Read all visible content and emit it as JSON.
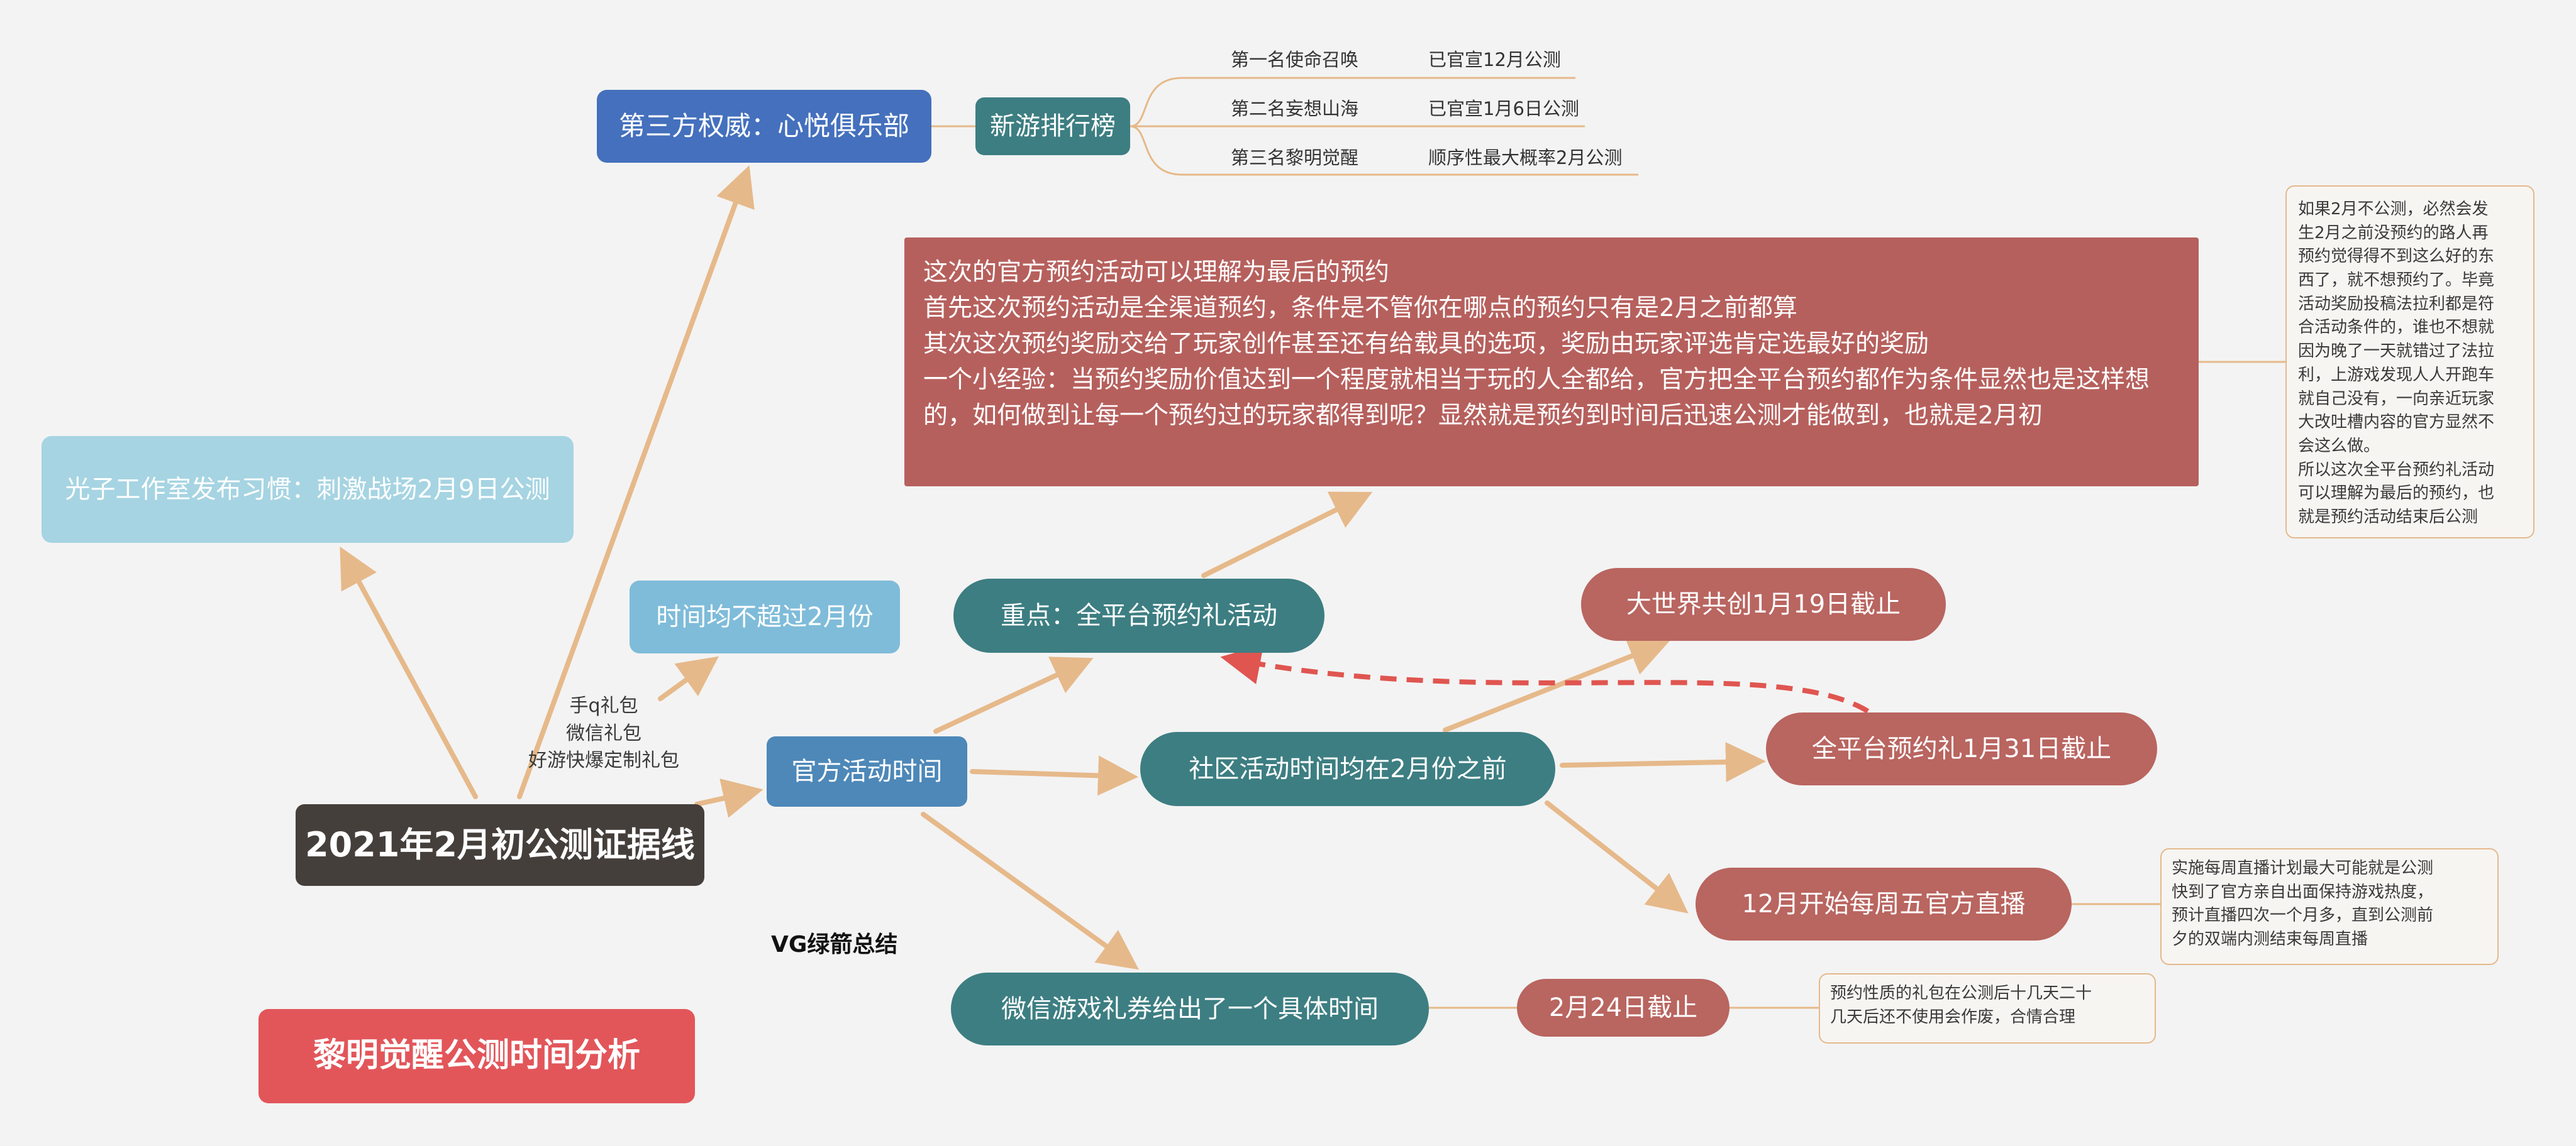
{
  "nodes": {
    "root": "2021年2月初公测证据线",
    "title": "黎明觉醒公测时间分析",
    "guangzi": "光子工作室发布习惯：刺激战场2月9日公测",
    "time_limit": "时间均不超过2月份",
    "third_party": "第三方权威：心悦俱乐部",
    "new_game_rank": "新游排行榜",
    "official_time": "官方活动时间",
    "focus": "重点：全平台预约礼活动",
    "community": "社区活动时间均在2月份之前",
    "wechat": "微信游戏礼券给出了一个具体时间",
    "world_create": "大世界共创1月19日截止",
    "all_platform": "全平台预约礼1月31日截止",
    "weekly_live": "12月开始每周五官方直播",
    "feb24": "2月24日截止"
  },
  "gifts": [
    "手q礼包",
    "微信礼包",
    "好游快爆定制礼包"
  ],
  "ranking": [
    {
      "rank": "第一名使命召唤",
      "status": "已官宣12月公测"
    },
    {
      "rank": "第二名妄想山海",
      "status": "已官宣1月6日公测"
    },
    {
      "rank": "第三名黎明觉醒",
      "status": "顺序性最大概率2月公测"
    }
  ],
  "big_box": [
    "这次的官方预约活动可以理解为最后的预约",
    "首先这次预约活动是全渠道预约，条件是不管你在哪点的预约只有是2月之前都算",
    "其次这次预约奖励交给了玩家创作甚至还有给载具的选项，奖励由玩家评选肯定选最好的奖励",
    "一个小经验：当预约奖励价值达到一个程度就相当于玩的人全都给，官方把全平台预约都作为条件显然也是这样想的，如何做到让每一个预约过的玩家都得到呢？显然就是预约到时间后迅速公测才能做到，也就是2月初"
  ],
  "note_right": [
    "如果2月不公测，必然会发",
    "生2月之前没预约的路人再",
    "预约觉得得不到这么好的东",
    "西了，就不想预约了。毕竟",
    "活动奖励投稿法拉利都是符",
    "合活动条件的，谁也不想就",
    "因为晚了一天就错过了法拉",
    "利，上游戏发现人人开跑车",
    "就自己没有，一向亲近玩家",
    "大改吐槽内容的官方显然不",
    "会这么做。",
    "所以这次全平台预约礼活动",
    "可以理解为最后的预约，也",
    "就是预约活动结束后公测"
  ],
  "note_weekly": [
    "实施每周直播计划最大可能就是公测",
    "快到了官方亲自出面保持游戏热度，",
    "预计直播四次一个月多，直到公测前",
    "夕的双端内测结束每周直播"
  ],
  "note_feb24": [
    "预约性质的礼包在公测后十几天二十",
    "几天后还不使用会作废，合情合理"
  ],
  "summary": "VG绿箭总结",
  "colors": {
    "background": "#f3f3f3",
    "root": "#453f3c",
    "title": "#e2565a",
    "teal": "#3d7e82",
    "blue": "#4470bd",
    "light_blue": "#7fbcd9",
    "pale_blue": "#a6d4e2",
    "steel_blue": "#4d88b8",
    "red_node": "#b96560",
    "big_box": "#b6605d",
    "arrow": "#e6b98a",
    "dashed_arrow": "#e05550"
  }
}
